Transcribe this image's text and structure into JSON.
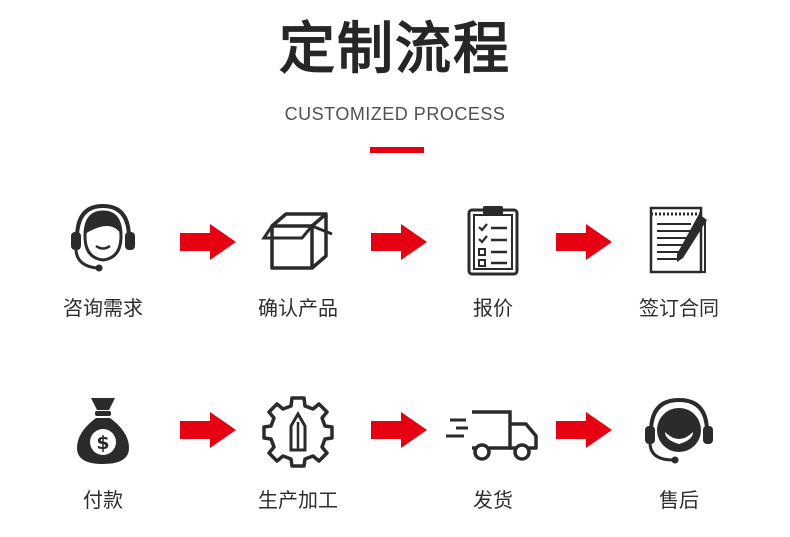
{
  "header": {
    "title": "定制流程",
    "subtitle": "CUSTOMIZED PROCESS",
    "accent_color": "#e60012"
  },
  "steps": [
    {
      "label": "咨询需求",
      "icon": "customer-service-headset-icon"
    },
    {
      "label": "确认产品",
      "icon": "box-icon"
    },
    {
      "label": "报价",
      "icon": "clipboard-checklist-icon"
    },
    {
      "label": "签订合同",
      "icon": "notepad-pen-icon"
    },
    {
      "label": "付款",
      "icon": "money-bag-icon"
    },
    {
      "label": "生产加工",
      "icon": "gear-pencil-icon"
    },
    {
      "label": "发货",
      "icon": "delivery-truck-icon"
    },
    {
      "label": "售后",
      "icon": "after-sales-headset-icon"
    }
  ]
}
